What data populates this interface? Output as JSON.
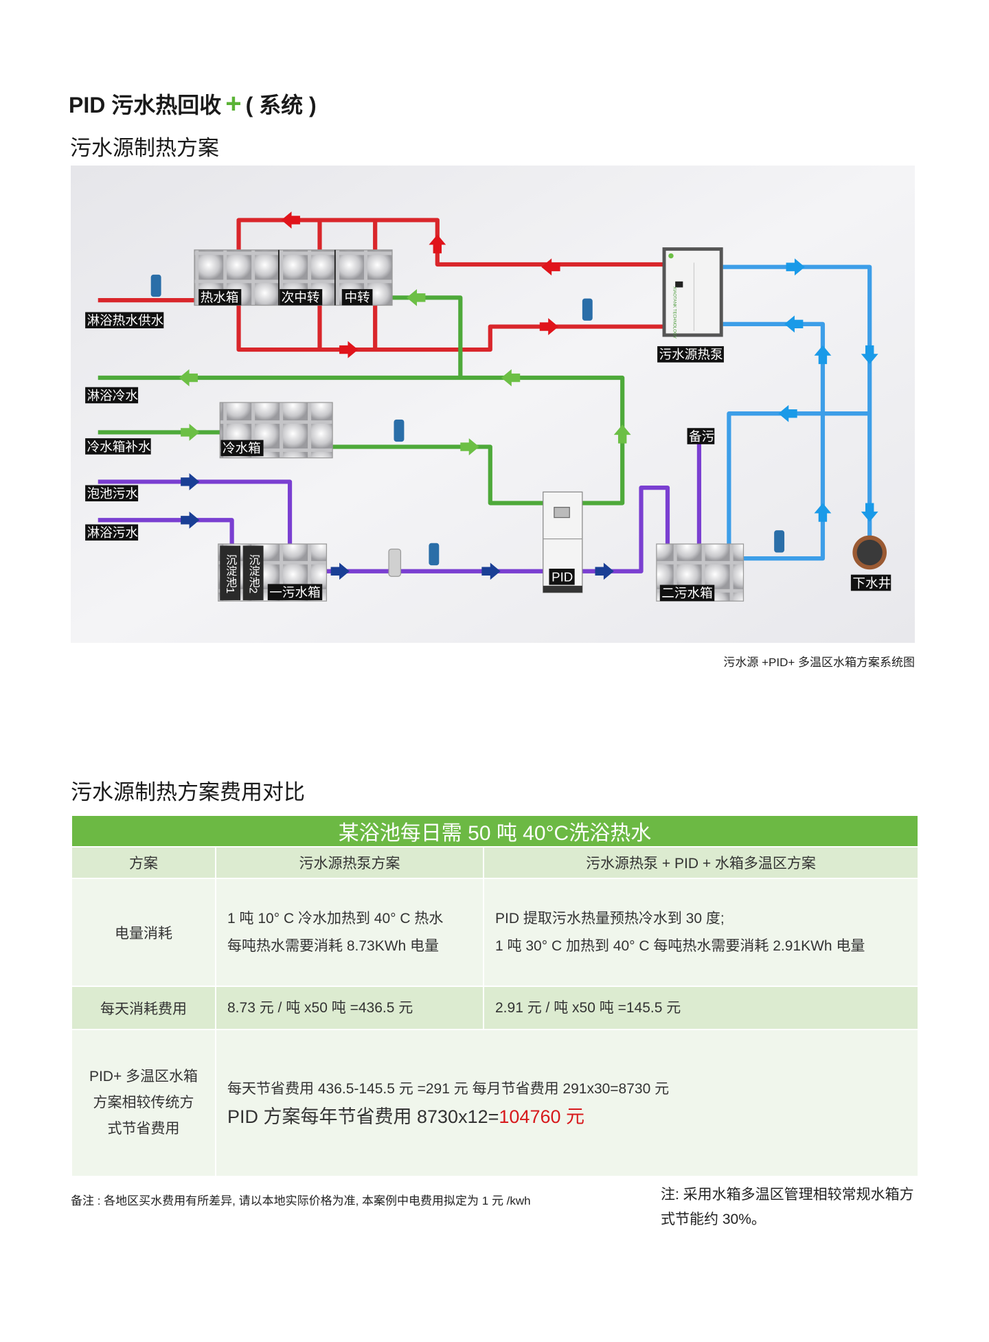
{
  "header": {
    "title_main": "PID 污水热回收",
    "title_plus": "+",
    "title_suffix": "( 系统 )",
    "subtitle": "污水源制热方案"
  },
  "diagram": {
    "labels": {
      "shower_hot_supply": "淋浴热水供水",
      "hot_tank": "热水箱",
      "secondary_transfer": "次中转",
      "transfer": "中转",
      "shower_cold": "淋浴冷水",
      "cold_tank_makeup": "冷水箱补水",
      "cold_tank": "冷水箱",
      "pool_sewage": "泡池污水",
      "shower_sewage": "淋浴污水",
      "settling_1": "沉淀池1",
      "settling_2": "沉淀池2",
      "sewage_tank_1": "一污水箱",
      "pid": "PID",
      "sewage_tank_2": "二污水箱",
      "standby_sewage": "备污",
      "heat_pump": "污水源热泵",
      "drain_well": "下水井",
      "heat_pump_brand": "XIAOTANK TECHNOLOGY"
    },
    "colors": {
      "hot": "#d9262b",
      "cold": "#4ea93a",
      "sewage": "#7a3fd1",
      "discharge": "#3d9ee8",
      "arrow_sewage": "#1a3f95"
    },
    "caption": "污水源 +PID+ 多温区水箱方案系统图"
  },
  "comparison": {
    "heading": "污水源制热方案费用对比",
    "caption": "某浴池每日需 50 吨 40°C洗浴热水",
    "columns": [
      "方案",
      "污水源热泵方案",
      "污水源热泵 + PID + 水箱多温区方案"
    ],
    "rows": [
      {
        "label": "电量消耗",
        "a": [
          "1 吨 10° C 冷水加热到 40° C 热水",
          "每吨热水需要消耗 8.73KWh 电量"
        ],
        "b": [
          "PID 提取污水热量预热冷水到 30 度;",
          "1 吨 30° C 加热到 40° C 每吨热水需要消耗 2.91KWh 电量"
        ]
      },
      {
        "label": "每天消耗费用",
        "a": "8.73 元 / 吨 x50 吨 =436.5 元",
        "b": "2.91 元 / 吨 x50 吨 =145.5 元"
      }
    ],
    "savings": {
      "label": [
        "PID+ 多温区水箱",
        "方案相较传统方",
        "式节省费用"
      ],
      "line1": "每天节省费用 436.5-145.5 元 =291 元  每月节省费用 291x30=8730 元",
      "line2_prefix": "PID 方案每年节省费用 8730x12=",
      "line2_value": "104760 元"
    }
  },
  "notes": {
    "remark": "备注 : 各地区买水费用有所差异, 请以本地实际价格为准, 本案例中电费用拟定为 1 元 /kwh",
    "note": "注: 采用水箱多温区管理相较常规水箱方式节能约 30%。"
  }
}
